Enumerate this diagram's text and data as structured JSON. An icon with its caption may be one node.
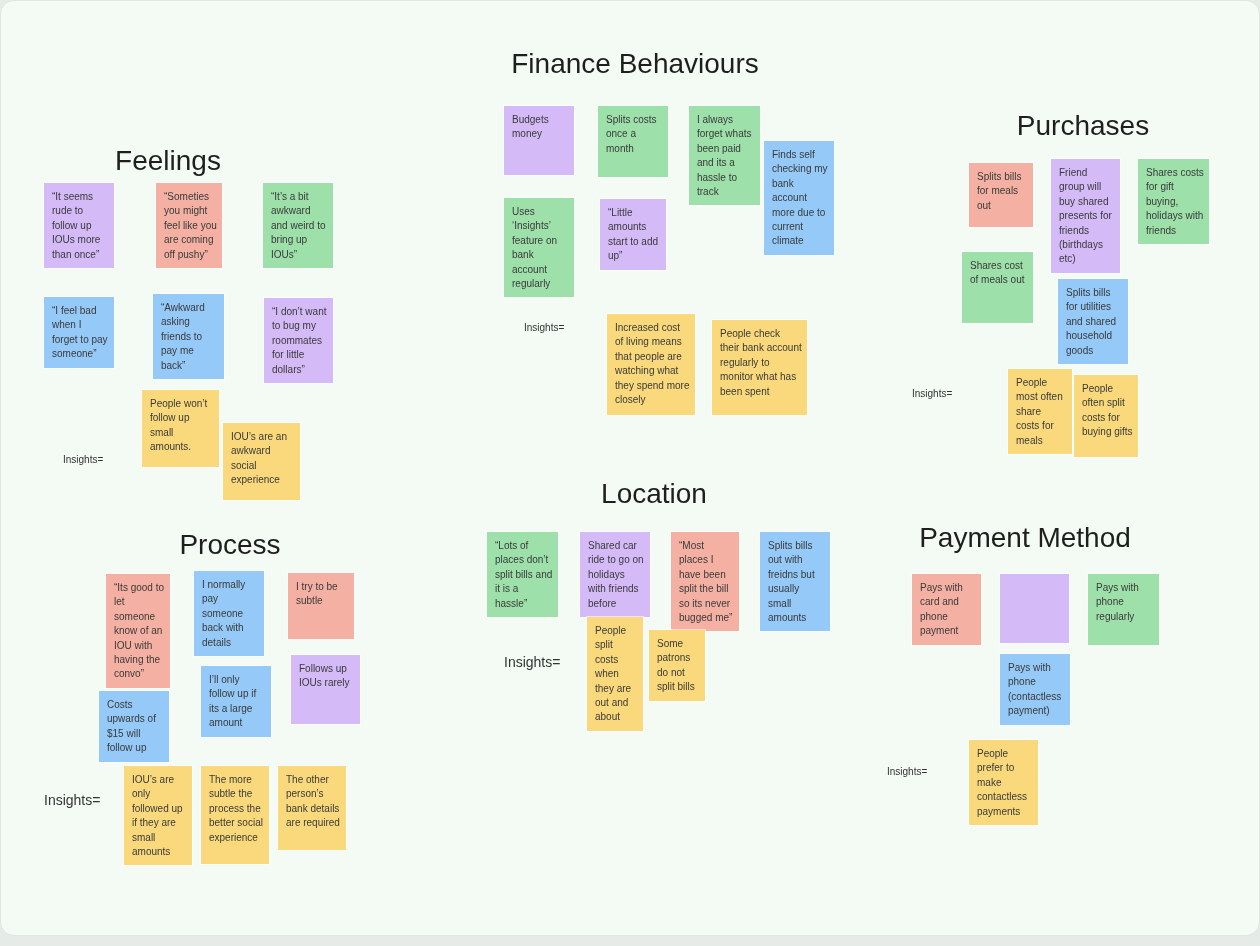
{
  "diagram": {
    "nodes": [
      {
        "text": [
          "“It seems rude to follow up IOUs more than once”"
        ]
      },
      {
        "text": [
          "“Someties you might feel like you are coming off pushy”"
        ]
      },
      {
        "text": [
          "“It’s a bit awkward and weird to bring up IOUs”"
        ]
      },
      {
        "text": [
          "“I feel bad when I forget to pay someone”"
        ]
      },
      {
        "text": [
          "“Awkward asking friends to pay me back”"
        ]
      },
      {
        "text": [
          "“I don’t want to bug my roommates for little dollars”"
        ]
      },
      {
        "text": [
          "People won’t follow up small amounts."
        ]
      },
      {
        "text": [
          "IOU’s are an awkward social experience"
        ]
      },
      {
        "text": [
          "Budgets money"
        ]
      },
      {
        "text": [
          "Splits costs once a month"
        ]
      },
      {
        "text": [
          "I always forget whats been paid and its a hassle to track"
        ]
      },
      {
        "text": [
          "Finds self checking my bank account more due to current climate"
        ]
      },
      {
        "text": [
          "Uses ‘Insights’ feature on bank account regularly"
        ]
      },
      {
        "text": [
          "“Little amounts start to add up”"
        ]
      },
      {
        "text": [
          "Increased cost of living means that people are watching what they spend more closely"
        ]
      },
      {
        "text": [
          "People check their bank account regularly to monitor what has been spent"
        ]
      },
      {
        "text": [
          "Splits bills for meals out"
        ]
      },
      {
        "text": [
          "Friend group will buy shared presents for friends (birthdays etc)"
        ]
      },
      {
        "text": [
          "Shares costs for gift buying, holidays with friends"
        ]
      },
      {
        "text": [
          "Shares cost of meals out"
        ]
      },
      {
        "text": [
          "Splits bills for utilities and shared household goods"
        ]
      },
      {
        "text": [
          "People most often share costs for meals"
        ]
      },
      {
        "text": [
          "People often split costs for buying gifts"
        ]
      },
      {
        "text": [
          "“Its good to let someone know of an IOU with having the convo”"
        ]
      },
      {
        "text": [
          "I normally pay someone back with details"
        ]
      },
      {
        "text": [
          "I try to be subtle"
        ]
      },
      {
        "text": [
          "Costs upwards of $15 will follow up"
        ]
      },
      {
        "text": [
          "I’ll only follow up if its a large amount"
        ]
      },
      {
        "text": [
          "Follows up IOUs rarely"
        ]
      },
      {
        "text": [
          "IOU’s are only followed up if they are small amounts"
        ]
      },
      {
        "text": [
          "The more subtle the process the better social experience"
        ]
      },
      {
        "text": [
          "The other person’s bank details are required"
        ]
      },
      {
        "text": [
          "“Lots of places don’t split bills and it is a hassle”"
        ]
      },
      {
        "text": [
          "Shared car ride to go on holidays with friends before"
        ]
      },
      {
        "text": [
          "“Most places I have been split the bill so its never bugged me”"
        ]
      },
      {
        "text": [
          "Splits bills out with freidns but usually small amounts"
        ]
      },
      {
        "text": [
          "People split costs when they are out and about"
        ]
      },
      {
        "text": [
          "Some patrons do not split bills"
        ]
      },
      {
        "text": [
          "Pays with card and phone payment"
        ]
      },
      {
        "text": [],
        "shape": "box"
      },
      {
        "text": [
          "Pays with phone regularly"
        ]
      },
      {
        "text": [
          "Pays with phone (contactless payment)"
        ]
      },
      {
        "text": [
          "People prefer to make contactless payments"
        ]
      }
    ],
    "labels": [
      "Feelings",
      "Insights=",
      "Finance Behaviours",
      "Insights=",
      "Purchases",
      "Insights=",
      "Process",
      "Insights=",
      "Location",
      "Insights=",
      "Payment Method",
      "Insights="
    ]
  }
}
